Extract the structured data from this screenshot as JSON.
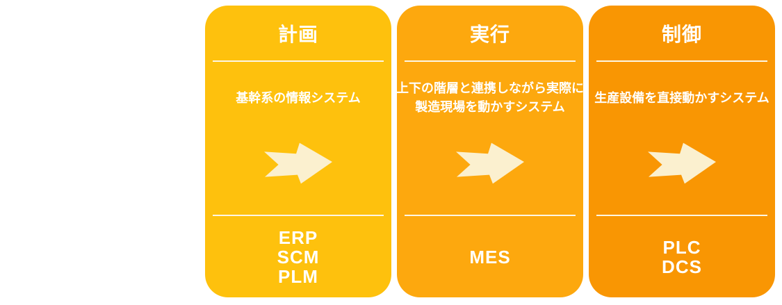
{
  "colors": {
    "background": "#FFFFFF",
    "card_plan": "#FEC10D",
    "card_execution": "#FDA80E",
    "card_control": "#F99603",
    "divider": "#FDF6E4",
    "arrow": "#FBF0CF",
    "text": "#FFFFFF"
  },
  "cards": [
    {
      "id": "plan",
      "title": "計画",
      "desc_lines": [
        "基幹系の情報システム"
      ],
      "systems": [
        "ERP",
        "SCM",
        "PLM"
      ]
    },
    {
      "id": "execution",
      "title": "実行",
      "desc_lines": [
        "上下の階層と連携しながら実際に",
        "製造現場を動かすシステム"
      ],
      "systems": [
        "MES"
      ]
    },
    {
      "id": "control",
      "title": "制御",
      "desc_lines": [
        "生産設備を直接動かすシステム"
      ],
      "systems": [
        "PLC",
        "DCS"
      ]
    }
  ]
}
